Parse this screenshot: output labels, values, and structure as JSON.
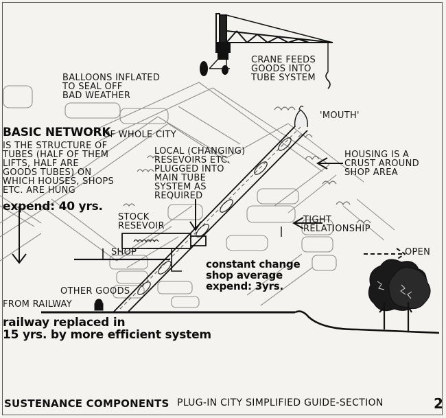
{
  "labels": {
    "crane": "CRANE FEEDS\nGOODS INTO\nTUBE SYSTEM",
    "balloons": "BALLOONS INFLATED\nTO SEAL OFF\nBAD WEATHER",
    "mouth": "'MOUTH'",
    "basic_network_title": "BASIC NETWORK",
    "basic_network_rest": "OF WHOLE CITY",
    "basic_network_body": "IS THE STRUCTURE OF\nTUBES (HALF OF THEM\nLIFTS, HALF ARE\nGOODS TUBES) ON\nWHICH HOUSES, SHOPS\nETC. ARE HUNG",
    "basic_network_expend": "expend: 40 yrs.",
    "local": "LOCAL (CHANGING)\nRESEVOIRS ETC.\nPLUGGED INTO\nMAIN TUBE\nSYSTEM AS\nREQUIRED",
    "housing": "HOUSING IS A\nCRUST AROUND\nSHOP AREA",
    "stock": "STOCK\nRESEVOIR",
    "tight": "TIGHT\nRELATIONSHIP",
    "open": "OPEN",
    "shop": "SHOP",
    "constant": "constant change\nshop average\nexpend: 3yrs.",
    "other_goods": "OTHER GOODS",
    "from_railway": "FROM RAILWAY",
    "railway": "railway replaced in\n15 yrs. by more efficient system"
  },
  "footer": {
    "left": "SUSTENANCE COMPONENTS",
    "right": "PLUG-IN CITY SIMPLIFIED GUIDE-SECTION",
    "number": "2"
  },
  "colors": {
    "ink": "#111111",
    "paper": "#f4f3f0",
    "line": "#8a8a8a"
  }
}
